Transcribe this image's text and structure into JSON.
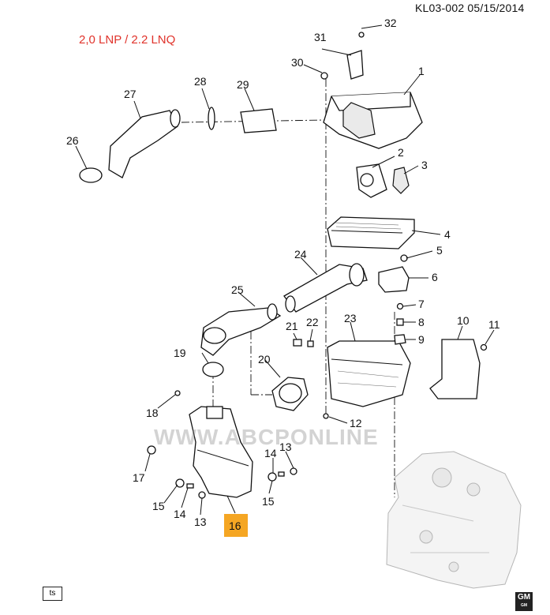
{
  "header": {
    "diagram_code": "KL03-002 05/15/2014",
    "engine_label": "2,0 LNP / 2.2 LNQ"
  },
  "watermark": "WWW.ABCPONLINE",
  "footer": {
    "ts_badge": "ts",
    "gm_logo": "GM",
    "gm_sub": "GM"
  },
  "highlight_color": "#f5a623",
  "callouts": [
    "1",
    "2",
    "3",
    "4",
    "5",
    "6",
    "7",
    "8",
    "9",
    "10",
    "11",
    "12",
    "13",
    "13",
    "14",
    "14",
    "15",
    "15",
    "16",
    "17",
    "18",
    "19",
    "20",
    "21",
    "22",
    "23",
    "24",
    "25",
    "26",
    "27",
    "28",
    "29",
    "30",
    "31",
    "32"
  ],
  "highlighted_callout": "16"
}
